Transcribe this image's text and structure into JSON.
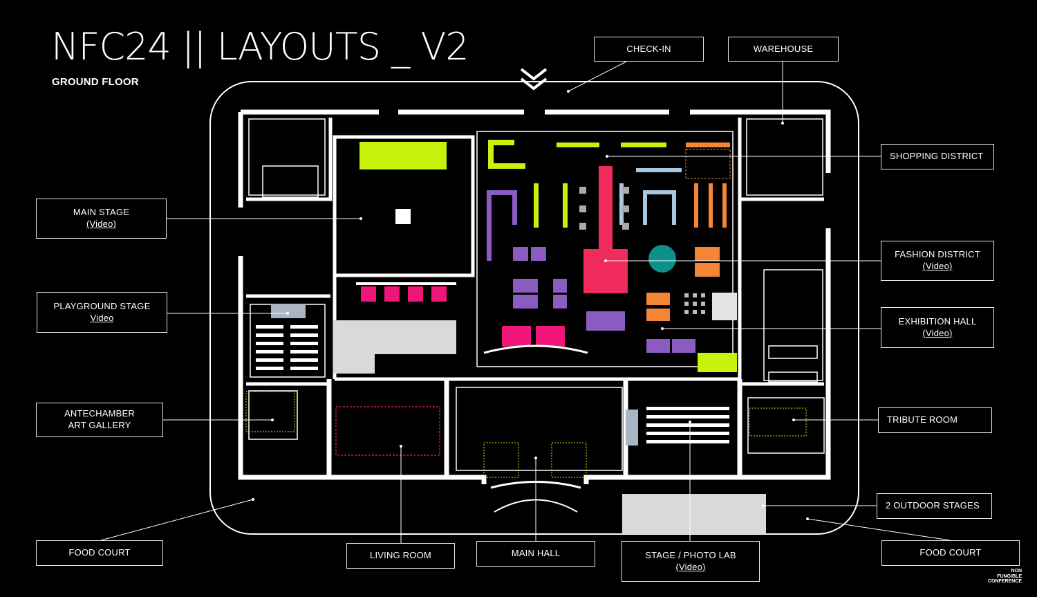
{
  "title": "NFC24 || LAYOUTS _ V2",
  "subtitle": "GROUND FLOOR",
  "labels": {
    "check_in": "CHECK-IN",
    "warehouse": "WAREHOUSE",
    "shopping_district": "SHOPPING DISTRICT",
    "main_stage": "MAIN STAGE",
    "main_stage_link": "(Video)",
    "fashion_district": "FASHION DISTRICT",
    "fashion_district_link": "(Video)",
    "playground_stage": "PLAYGROUND STAGE",
    "playground_stage_link": "Video",
    "exhibition_hall": "EXHIBITION HALL",
    "exhibition_hall_link": "(Video)",
    "antechamber_line1": "ANTECHAMBER",
    "antechamber_line2": "ART GALLERY",
    "tribute_room": "TRIBUTE ROOM",
    "outdoor_stages": "2 OUTDOOR STAGES",
    "food_court_left": "FOOD COURT",
    "living_room": "LIVING ROOM",
    "main_hall": "MAIN HALL",
    "stage_photo_lab": "STAGE / PHOTO LAB",
    "stage_photo_lab_link": "(Video)",
    "food_court_right": "FOOD COURT"
  },
  "brand": {
    "line1": "NON",
    "line2": "FUNGIBLE",
    "line3": "CONFERENCE"
  },
  "colors": {
    "lime": "#c6f20c",
    "green": "#7ee81f",
    "purple": "#8a5cc2",
    "magenta": "#f0157a",
    "red": "#ef2c5b",
    "orange": "#f58536",
    "lightblue": "#a9c7e0",
    "teal": "#0d8f8a"
  }
}
